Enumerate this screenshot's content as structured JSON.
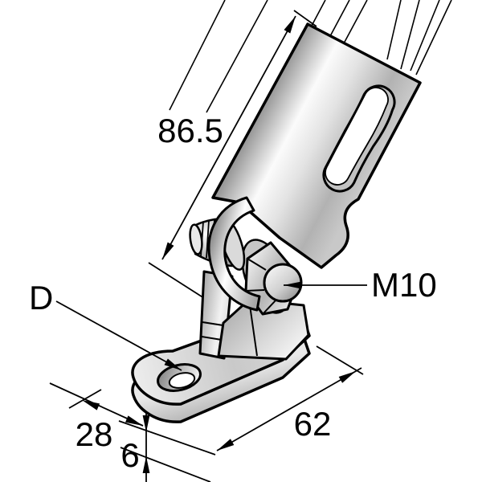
{
  "drawing": {
    "subject": "Hinged anchor-strap bracket technical illustration",
    "background_color": "#ffffff",
    "outline_color": "#000000",
    "metal_light": "#f5f5f5",
    "metal_mid": "#c9c9c9",
    "metal_dark": "#8f8f8f",
    "labels": {
      "strap_length": "86.5",
      "bolt_thread": "M10",
      "hole_diameter": "D",
      "plate_width": "28",
      "plate_thickness": "6",
      "plate_length": "62"
    }
  }
}
